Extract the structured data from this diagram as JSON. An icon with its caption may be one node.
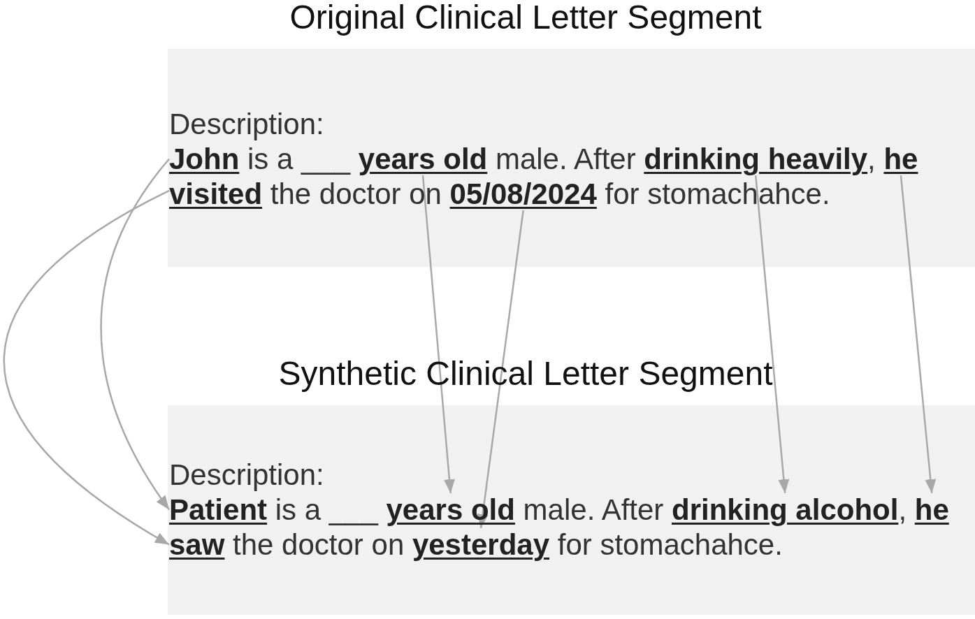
{
  "diagram": {
    "nodes": [
      {
        "text": [
          "Original Clinical Letter Segment",
          "Description:",
          "is a ___",
          "male. After",
          ",",
          "the doctor on",
          "for stomachahce."
        ]
      },
      {
        "text": [
          "John"
        ],
        "in": 0
      },
      {
        "text": [
          "years old"
        ],
        "in": 0
      },
      {
        "text": [
          "drinking heavily"
        ],
        "in": 0
      },
      {
        "text": [
          "he"
        ],
        "in": 0
      },
      {
        "text": [
          "visited"
        ],
        "in": 0
      },
      {
        "text": [
          "05/08/2024"
        ],
        "in": 0
      },
      {
        "text": [
          "Synthetic Clinical Letter Segment",
          "Description:",
          "is a ___",
          "male. After",
          ",",
          "the doctor on",
          "for stomachahce."
        ]
      },
      {
        "text": [
          "Patient"
        ],
        "in": 7
      },
      {
        "text": [
          "years old"
        ],
        "in": 7
      },
      {
        "text": [
          "drinking alcohol"
        ],
        "in": 7
      },
      {
        "text": [
          "he"
        ],
        "in": 7
      },
      {
        "text": [
          "saw"
        ],
        "in": 7
      },
      {
        "text": [
          "yesterday"
        ],
        "in": 7
      }
    ],
    "edges": [
      {
        "from": 1,
        "to": 8,
        "arrow": "to"
      },
      {
        "from": 5,
        "to": 12,
        "arrow": "to"
      },
      {
        "from": 2,
        "to": 9,
        "arrow": "to"
      },
      {
        "from": 6,
        "to": 13,
        "arrow": "to"
      },
      {
        "from": 3,
        "to": 10,
        "arrow": "to"
      },
      {
        "from": 4,
        "to": 11,
        "arrow": "to"
      }
    ]
  }
}
